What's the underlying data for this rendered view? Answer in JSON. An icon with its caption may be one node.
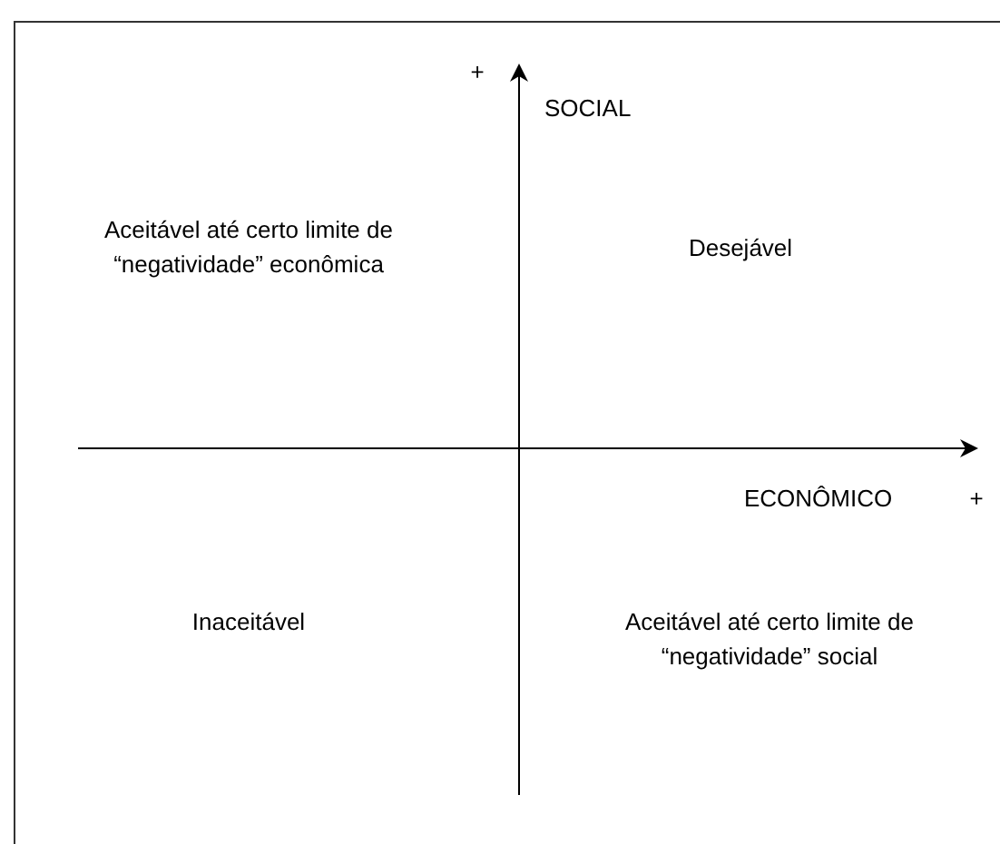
{
  "diagram": {
    "labels": [
      "+",
      "SOCIAL",
      "Aceitável até certo limite de “negatividade” econômica",
      "Desejável",
      "ECONÔMICO",
      "+",
      "Inaceitável",
      "Aceitável até certo limite de “negatividade” social"
    ]
  }
}
